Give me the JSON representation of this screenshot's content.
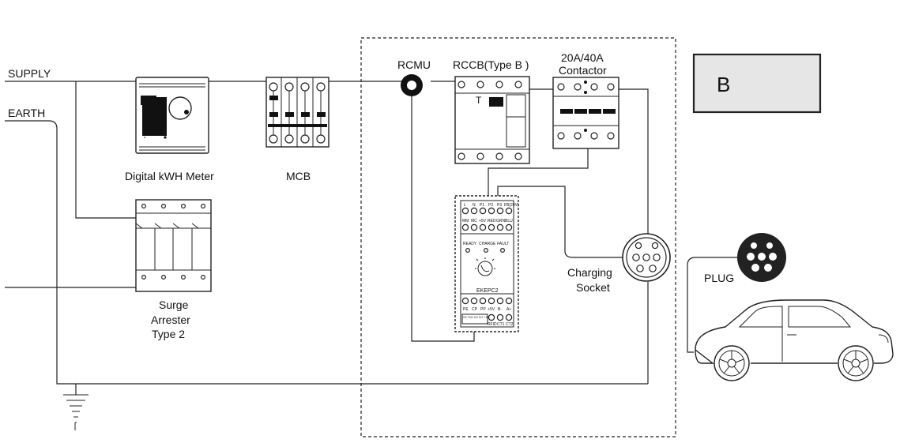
{
  "labels": {
    "supply": "SUPPLY",
    "earth": "EARTH",
    "meter": "Digital kWH Meter",
    "mcb": "MCB",
    "rcmu": "RCMU",
    "rccb": "RCCB(Type B )",
    "rccb_t": "T",
    "contactor_rating": "20A/40A",
    "contactor": "Contactor",
    "surge_line1": "Surge",
    "surge_line2": "Arrester",
    "surge_line3": "Type 2",
    "charging_line1": "Charging",
    "charging_line2": "Socket",
    "plug": "PLUG",
    "panel_letter": "B"
  },
  "controller": {
    "model": "EKEPC2",
    "top_terminals_1": [
      "L",
      "N",
      "P1",
      "P2",
      "P3",
      "FB(24V)"
    ],
    "top_terminals_2": [
      "MM",
      "MC",
      "+5V",
      "RED",
      "GRN",
      "BLU"
    ],
    "indicators": [
      "READY",
      "CHARGE",
      "FAULT"
    ],
    "bottom_terminals_1": [
      "PE",
      "CP",
      "PP",
      "+5V",
      "B-",
      "A+"
    ],
    "bottom_terminals_2": [
      "RFID",
      "CT1",
      "CT2"
    ],
    "bottom_strip": "CE THC-DV FLT +5V"
  },
  "colors": {
    "line": "#222222",
    "panel_fill": "#e6e6e6",
    "socket_fill": "#222222"
  }
}
